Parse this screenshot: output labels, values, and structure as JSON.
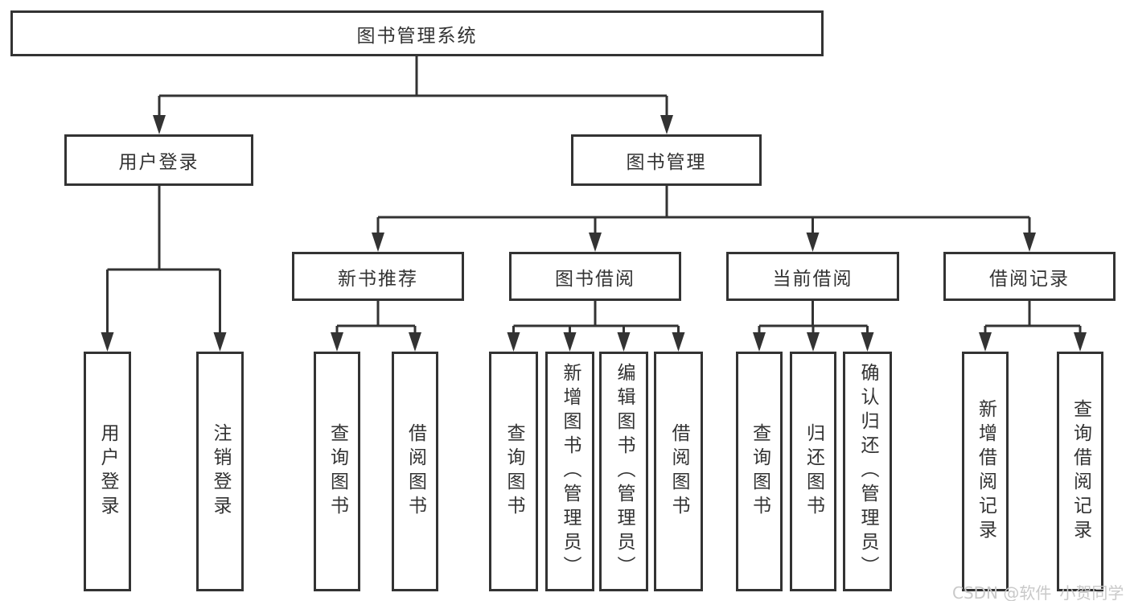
{
  "colors": {
    "line": "#333333",
    "text": "#333333",
    "box_background": "#ffffff",
    "watermark_text": "#c9c9c9"
  },
  "watermark": {
    "text": "CSDN @软件_小贺同学"
  },
  "diagram": {
    "root": {
      "label": "图书管理系统"
    },
    "branches": {
      "user_login": {
        "label": "用户登录"
      },
      "book_management": {
        "label": "图书管理"
      }
    },
    "modules": {
      "new_book_recommend": {
        "label": "新书推荐"
      },
      "book_borrowing": {
        "label": "图书借阅"
      },
      "current_borrowing": {
        "label": "当前借阅"
      },
      "borrowing_records": {
        "label": "借阅记录"
      }
    },
    "leaves": {
      "user_login_leaf": {
        "label": "用户登录"
      },
      "logout": {
        "label": "注销登录"
      },
      "query_books_recommend": {
        "label": "查询图书"
      },
      "borrow_books_recommend": {
        "label": "借阅图书"
      },
      "query_books_borrowing": {
        "label": "查询图书"
      },
      "add_books_admin": {
        "label": "新增图书（管理员）"
      },
      "edit_books_admin": {
        "label": "编辑图书（管理员）"
      },
      "borrow_books_borrowing": {
        "label": "借阅图书"
      },
      "query_books_current": {
        "label": "查询图书"
      },
      "return_books": {
        "label": "归还图书"
      },
      "confirm_return_admin": {
        "label": "确认归还（管理员）"
      },
      "add_borrow_record": {
        "label": "新增借阅记录"
      },
      "query_borrow_record": {
        "label": "查询借阅记录"
      }
    }
  }
}
